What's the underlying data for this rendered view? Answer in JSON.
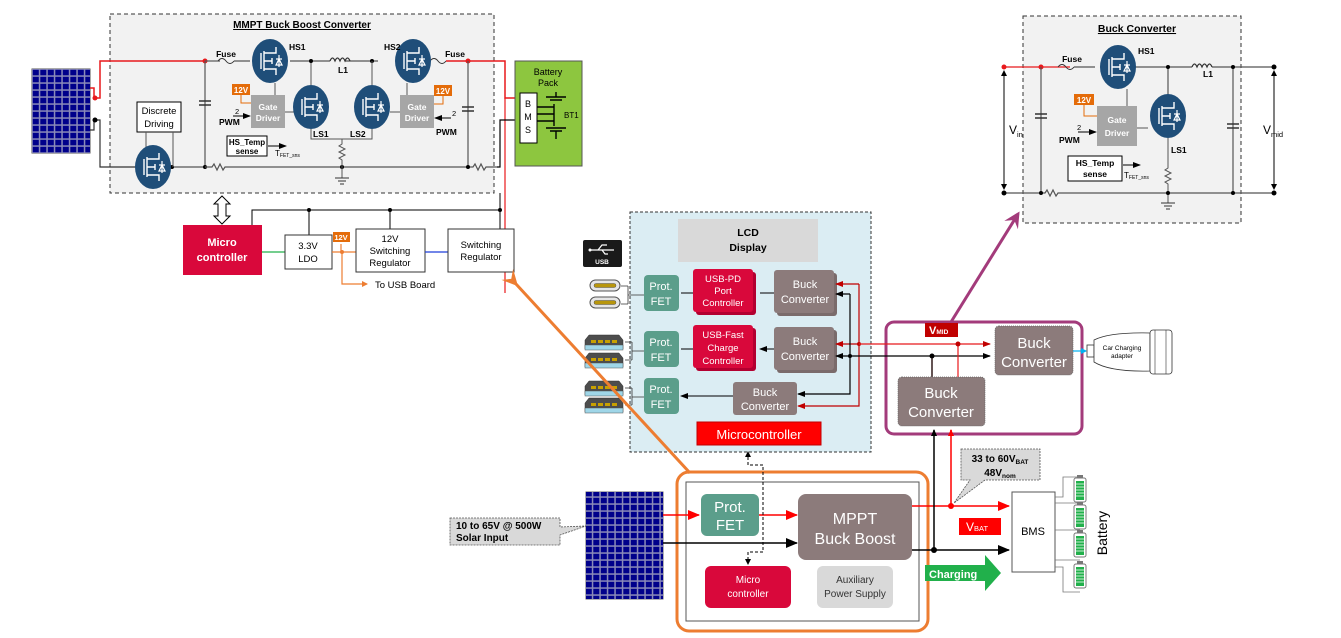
{
  "mppt_detail": {
    "title": "MMPT Buck Boost Converter",
    "fuse_left": "Fuse",
    "fuse_right": "Fuse",
    "hs1": "HS1",
    "hs2": "HS2",
    "l1": "L1",
    "ls1": "LS1",
    "ls2": "LS2",
    "gate_driver_1": [
      "Gate",
      "Driver"
    ],
    "gate_driver_2": [
      "Gate",
      "Driver"
    ],
    "badge_12v_1": "12V",
    "badge_12v_2": "12V",
    "pwm_1": "PWM",
    "pwm_2": "PWM",
    "pwm_bus_count_1": "2",
    "pwm_bus_count_2": "2",
    "discrete_driving": [
      "Discrete",
      "Driving"
    ],
    "hs_temp": [
      "HS_Temp",
      "sense"
    ],
    "tfet": "T",
    "tfet_sub": "FET_sns",
    "battery_pack": [
      "Battery",
      "Pack"
    ],
    "bms_letters": [
      "B",
      "M",
      "S"
    ],
    "bt1": "BT1"
  },
  "aux_chain": {
    "microcontroller": [
      "Micro",
      "controller"
    ],
    "ldo": [
      "3.3V",
      "LDO"
    ],
    "badge_12v": "12V",
    "switching_12v": [
      "12V",
      "Switching",
      "Regulator"
    ],
    "switching_reg": [
      "Switching",
      "Regulator"
    ],
    "to_usb": "To USB Board"
  },
  "buck_detail": {
    "title": "Buck Converter",
    "fuse": "Fuse",
    "hs1": "HS1",
    "l1": "L1",
    "ls1": "LS1",
    "gate_driver": [
      "Gate",
      "Driver"
    ],
    "badge_12v": "12V",
    "pwm": "PWM",
    "pwm_bus_count": "2",
    "hs_temp": [
      "HS_Temp",
      "sense"
    ],
    "tfet": "T",
    "tfet_sub": "FET_sns",
    "vin": "V",
    "vin_sub": "in",
    "vmid": "V",
    "vmid_sub": "mid"
  },
  "usb_board": {
    "lcd": [
      "LCD",
      "Display"
    ],
    "usb_logo": "USB",
    "prot_fet_1": [
      "Prot.",
      "FET"
    ],
    "prot_fet_2": [
      "Prot.",
      "FET"
    ],
    "prot_fet_3": [
      "Prot.",
      "FET"
    ],
    "usb_pd": [
      "USB-PD",
      "Port",
      "Controller"
    ],
    "usb_fast": [
      "USB-Fast",
      "Charge",
      "Controller"
    ],
    "buck_1": [
      "Buck",
      "Converter"
    ],
    "buck_2": [
      "Buck",
      "Converter"
    ],
    "buck_3": [
      "Buck",
      "Converter"
    ],
    "microcontroller": "Microcontroller"
  },
  "car_block": {
    "vmid": "V",
    "vmid_sub": "MID",
    "buck_top": [
      "Buck",
      "Converter"
    ],
    "buck_bottom": [
      "Buck",
      "Converter"
    ],
    "car_adapter": [
      "Car Charging",
      "adapter"
    ]
  },
  "main_block": {
    "solar_callout": [
      "10 to 65V @ 500W",
      "Solar Input"
    ],
    "prot_fet": [
      "Prot.",
      "FET"
    ],
    "mppt": [
      "MPPT",
      "Buck Boost"
    ],
    "microcontroller": [
      "Micro",
      "controller"
    ],
    "aux_supply": [
      "Auxiliary",
      "Power Supply"
    ],
    "vbat_callout_1": "33 to 60V",
    "vbat_callout_1_sub": "BAT",
    "vbat_callout_2": "48V",
    "vbat_callout_2_sub": "nom",
    "vbat": "V",
    "vbat_sub": "BAT",
    "bms": "BMS",
    "battery": "Battery",
    "charging": "Charging"
  },
  "colors": {
    "mosfet": "#1f4e79",
    "red_wire": "#e8191c",
    "dark_red": "#c00000",
    "orange": "#ed7d31",
    "purple": "#a33b7b",
    "micro_red": "#d9083b",
    "prot_green": "#5b9e8b",
    "buck_brown": "#8c7b7b",
    "lcd_gray": "#d9d9d9",
    "usb_bg": "#dbedf3",
    "battery_green": "#8dc63f",
    "charging_green": "#21b04b",
    "gate_gray": "#a6a6a6",
    "badge_orange": "#e46c0a"
  }
}
